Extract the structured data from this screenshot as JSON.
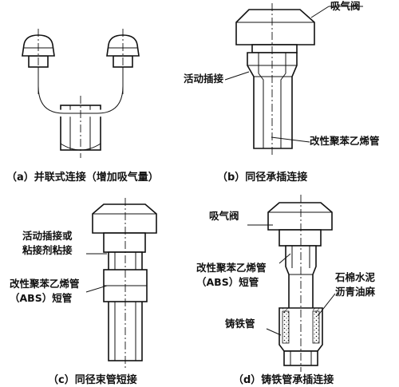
{
  "captions": {
    "a": "（a）并联式连接（增加吸气量）",
    "b": "（b）同径承插连接",
    "c": "（c）同径束管短接",
    "d": "（d）铸铁管承插连接"
  },
  "labels": {
    "b_valve": "吸气阀",
    "b_movable": "活动插接",
    "b_pipe": "改性聚苯乙烯管",
    "c_movable_1": "活动插接或",
    "c_movable_2": "粘接剂粘接",
    "c_pipe_1": "改性聚苯乙烯管",
    "c_pipe_2": "（ABS）短管",
    "d_valve": "吸气阀",
    "d_pipe_1": "改性聚苯乙烯管",
    "d_pipe_2": "（ABS）短管",
    "d_asbestos_1": "石棉水泥",
    "d_asbestos_2": "沥青油麻",
    "d_castiron": "铸铁管"
  }
}
